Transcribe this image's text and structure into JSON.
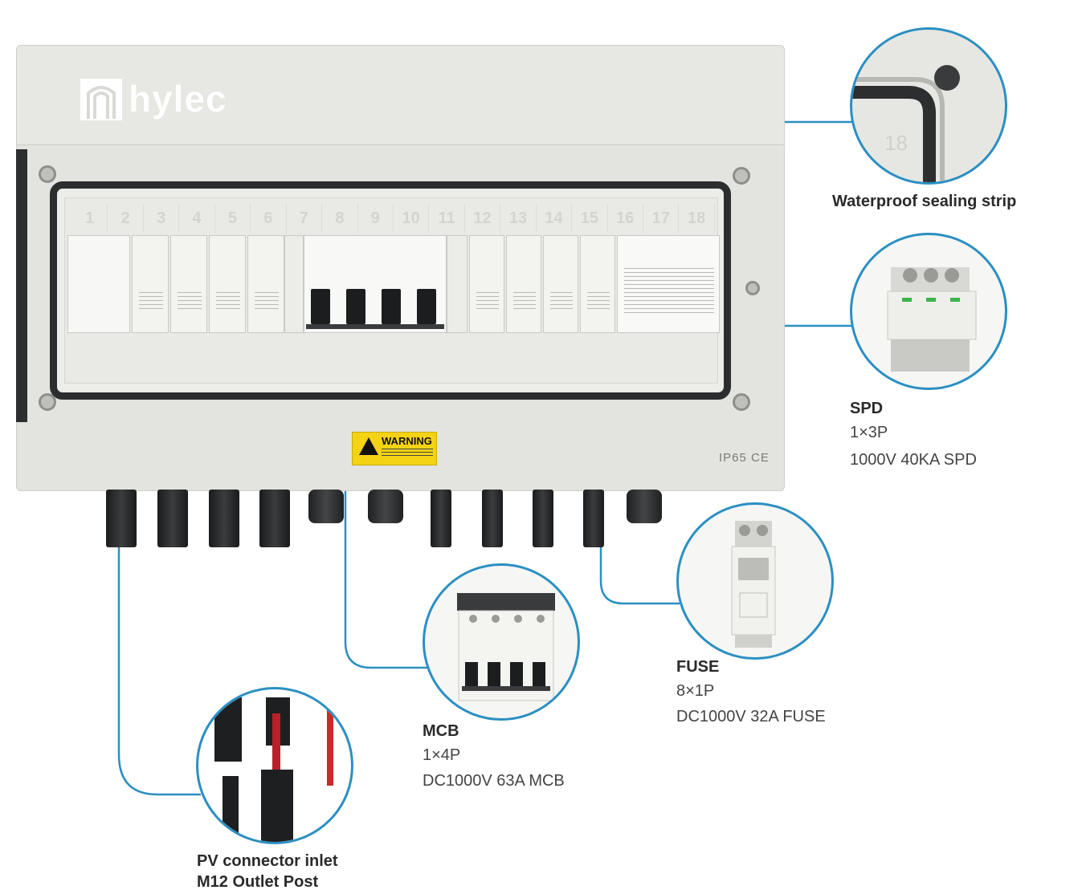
{
  "brand": {
    "name": "hylec"
  },
  "enclosure": {
    "positions": [
      "1",
      "2",
      "3",
      "4",
      "5",
      "6",
      "7",
      "8",
      "9",
      "10",
      "11",
      "12",
      "13",
      "14",
      "15",
      "16",
      "17",
      "18"
    ],
    "warning_label": "WARNING",
    "rating": "IP65 CE"
  },
  "callouts": {
    "seal": {
      "title": "Waterproof sealing strip"
    },
    "spd": {
      "title": "SPD",
      "qty": "1×3P",
      "spec": "1000V 40KA SPD"
    },
    "fuse": {
      "title": "FUSE",
      "qty": "8×1P",
      "spec": "DC1000V 32A FUSE"
    },
    "mcb": {
      "title": "MCB",
      "qty": "1×4P",
      "spec": "DC1000V 63A MCB"
    },
    "pv": {
      "line1": "PV connector inlet",
      "line2": "M12 Outlet Post"
    }
  },
  "colors": {
    "accent": "#2b8fc2",
    "warning": "#f4d314"
  }
}
